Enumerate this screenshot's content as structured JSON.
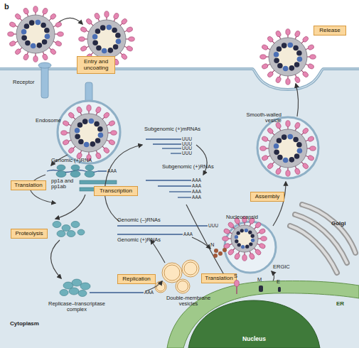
{
  "diagram": {
    "nodes": [
      {
        "text": [
          "Entry and uncoating"
        ]
      },
      {
        "text": [
          "Release"
        ]
      },
      {
        "text": [
          "Translation"
        ]
      },
      {
        "text": [
          "Transcription"
        ]
      },
      {
        "text": [
          "Assembly"
        ]
      },
      {
        "text": [
          "Proteolysis"
        ]
      },
      {
        "text": [
          "Replication"
        ]
      },
      {
        "text": [
          "Translation"
        ]
      },
      {
        "text": [
          "ER"
        ]
      },
      {
        "text": [
          "Nucleus"
        ],
        "in": 8
      }
    ],
    "labels": [
      "b",
      "Receptor",
      "Endosome",
      "Smooth-walled vesicle",
      "Genomic (+)RNA",
      "AAA",
      "pp1a and pp1ab",
      "Subgenomic (+)mRNAs",
      "UUU",
      "UUU",
      "UUU",
      "UUU",
      "Subgenomic (+)RNAs",
      "AAA",
      "AAA",
      "AAA",
      "AAA",
      "Nucleocapsid",
      "Golgi",
      "Genomic (–)RNAs",
      "UUU",
      "AAA",
      "Genomic (+)RNAs",
      "N",
      "ERGIC",
      "S",
      "M",
      "E",
      "Replicase–transcriptase complex",
      "AAA",
      "Double-membrane vesicles",
      "Cytoplasm"
    ]
  }
}
